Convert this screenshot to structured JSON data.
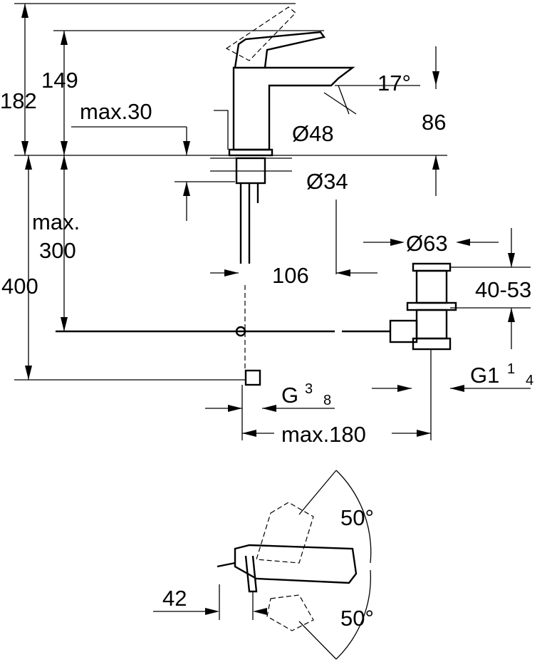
{
  "dimensions": {
    "height_total": "182",
    "height_spout": "149",
    "max_thickness": "max.30",
    "spout_angle": "17°",
    "spout_height": "86",
    "base_diameter": "Ø48",
    "hole_diameter": "Ø34",
    "max_depth_line1": "max.",
    "max_depth_line2": "300",
    "hose_length": "400",
    "spout_reach": "106",
    "waste_diameter": "Ø63",
    "waste_adjust": "40-53",
    "waste_thread": "G1",
    "waste_thread_num": "1",
    "waste_thread_den": "4",
    "supply_thread": "G",
    "supply_thread_num": "3",
    "supply_thread_den": "8",
    "max_offset": "max.180",
    "lever_angle_top": "50°",
    "lever_angle_bottom": "50°",
    "lever_offset": "42"
  }
}
